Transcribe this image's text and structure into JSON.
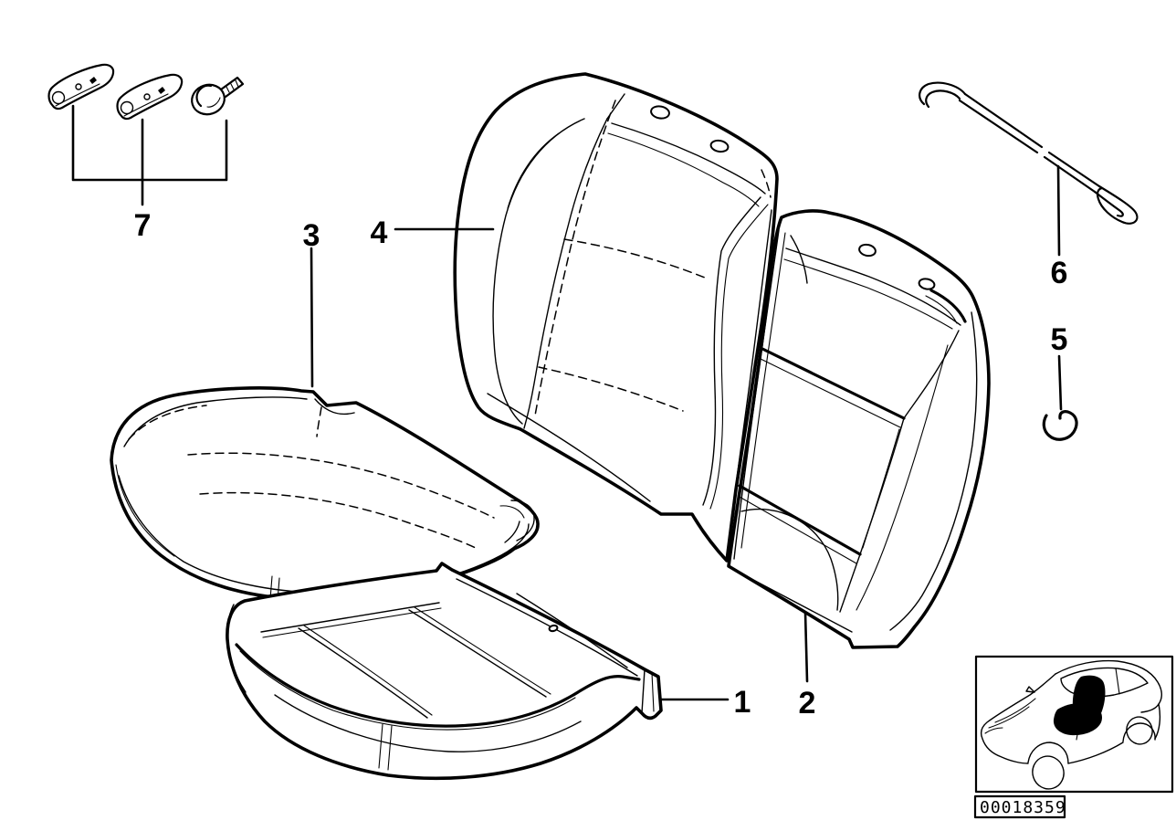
{
  "figure": {
    "background_color": "#ffffff",
    "ink_color": "#000000",
    "image_code": "00018359",
    "callouts": [
      {
        "label": "1"
      },
      {
        "label": "2"
      },
      {
        "label": "3"
      },
      {
        "label": "4"
      },
      {
        "label": "5"
      },
      {
        "label": "6"
      },
      {
        "label": "7"
      }
    ]
  }
}
